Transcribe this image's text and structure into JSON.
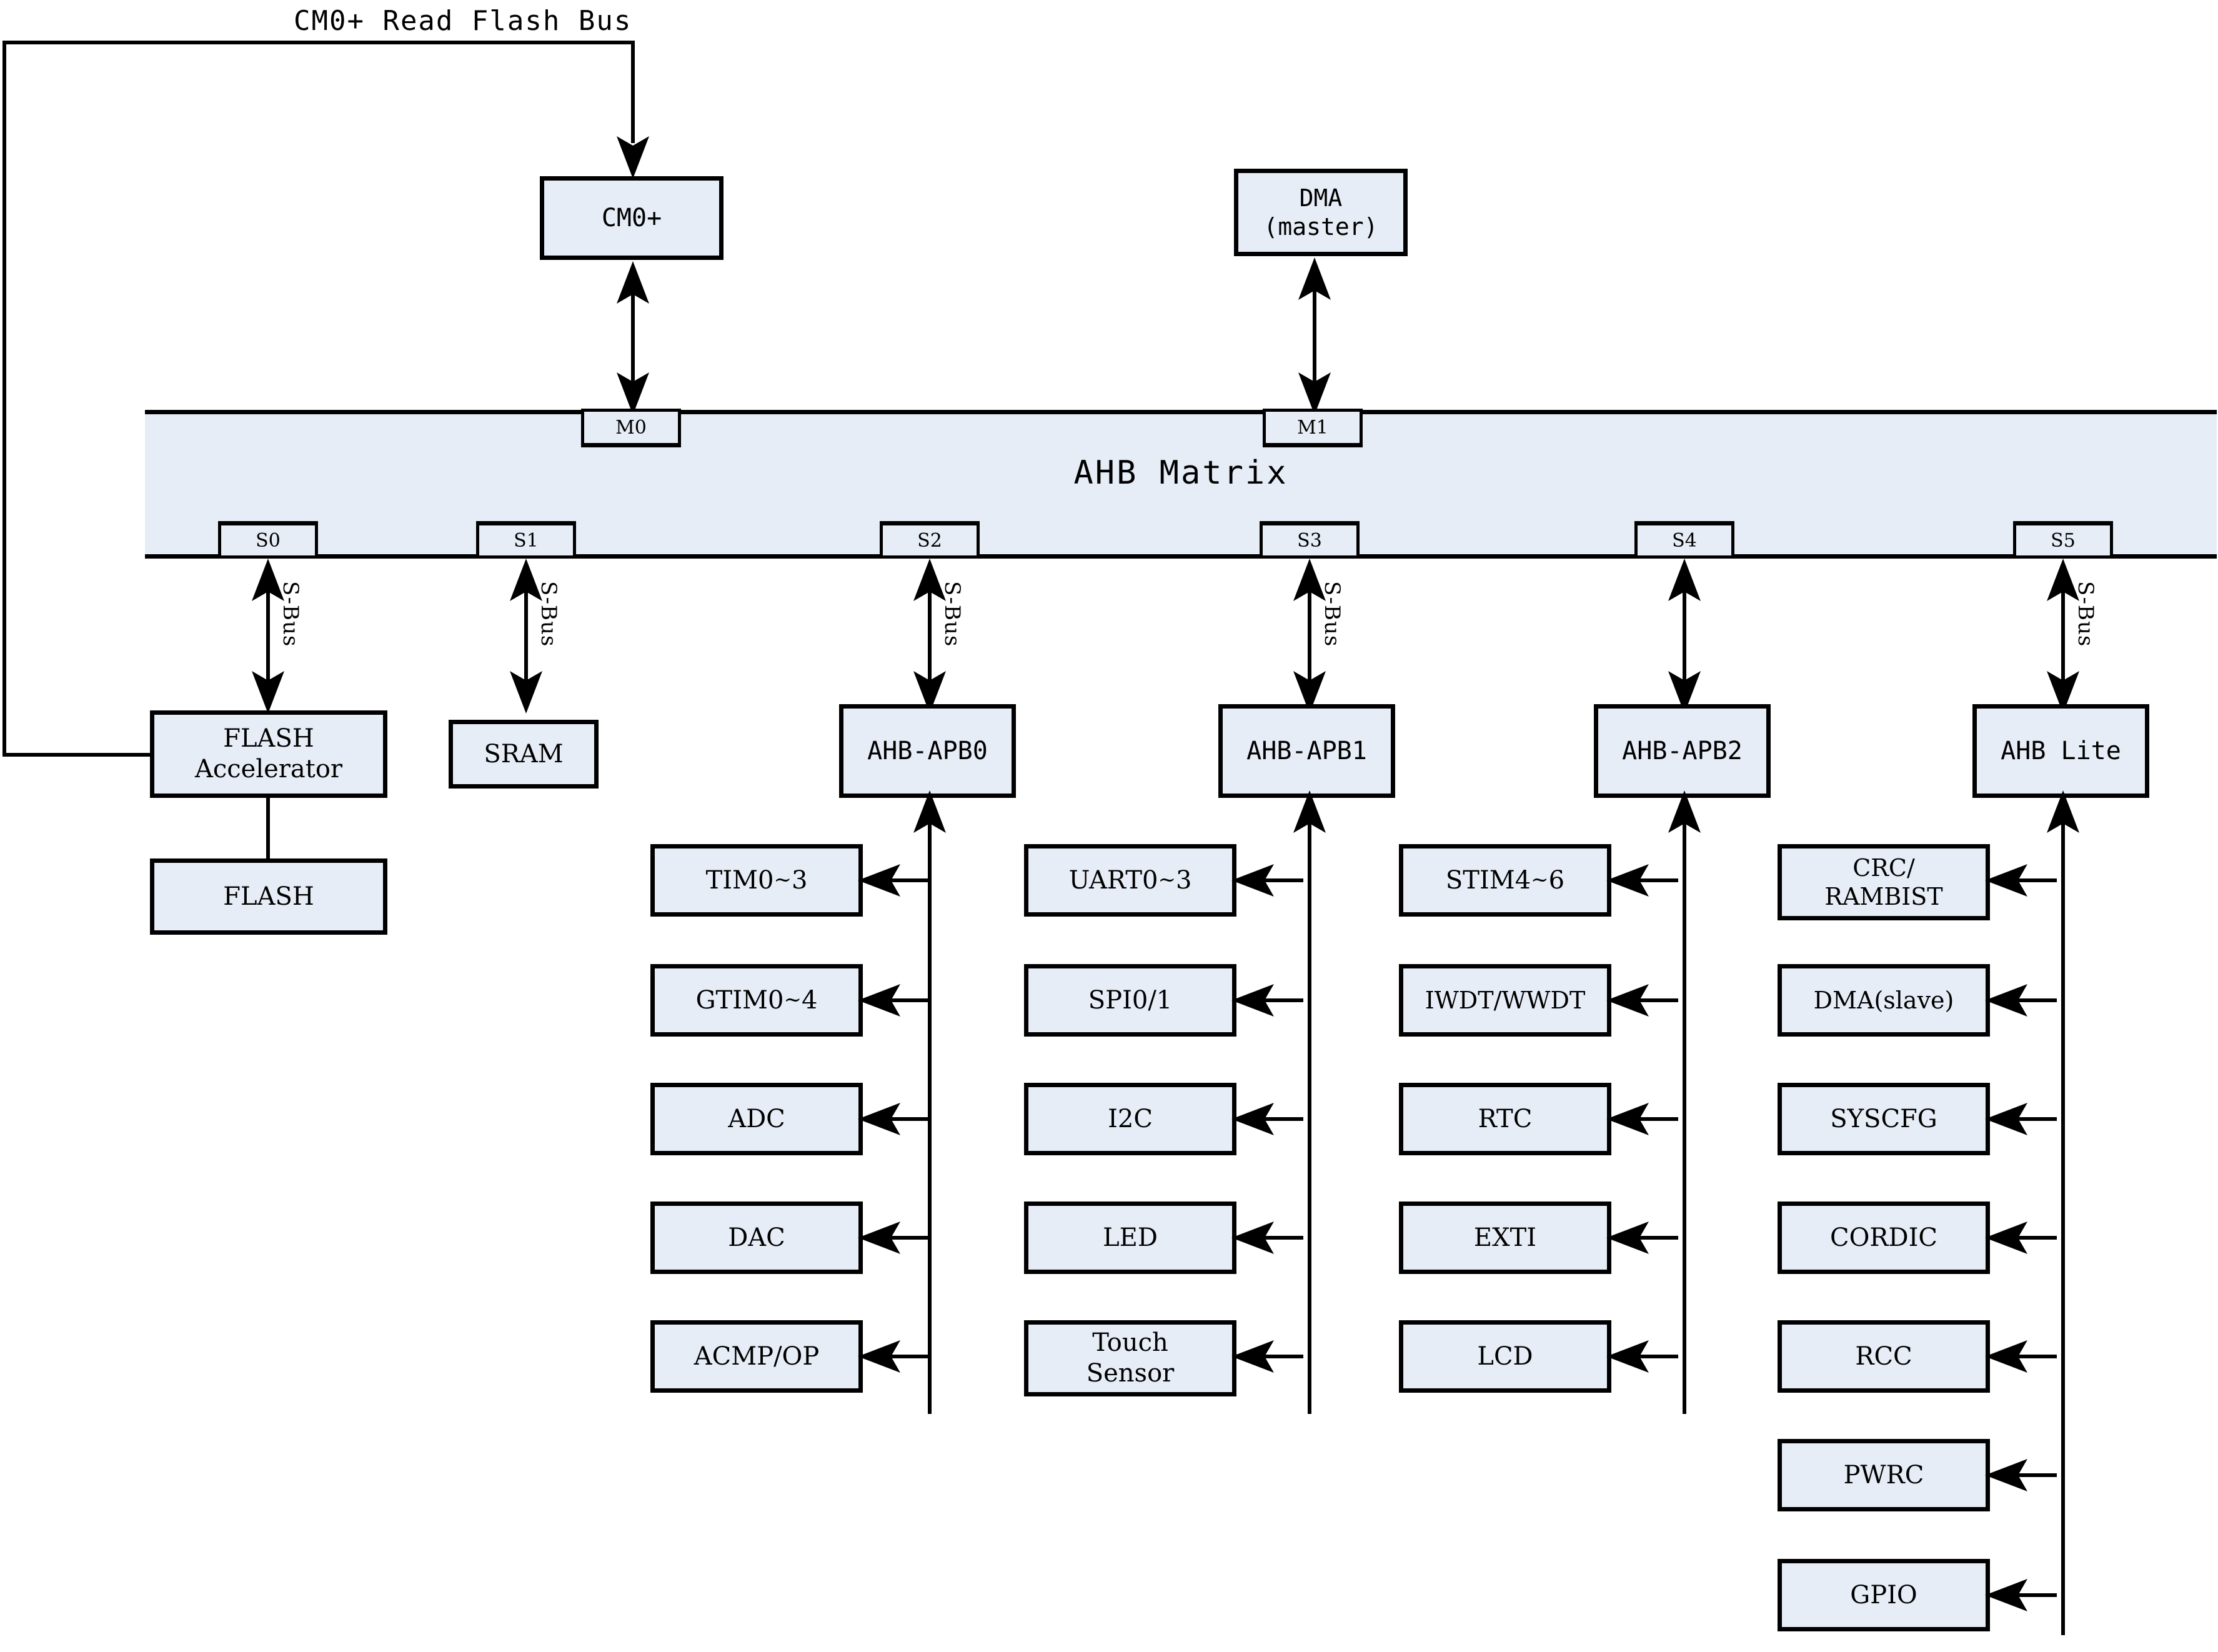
{
  "diagram": {
    "title_label": "CM0+ Read Flash Bus",
    "matrix": {
      "label": "AHB Matrix",
      "master_ports": [
        {
          "id": "M0",
          "label": "M0"
        },
        {
          "id": "M1",
          "label": "M1"
        }
      ],
      "slave_ports": [
        {
          "id": "S0",
          "label": "S0",
          "bus_label": "S-Bus"
        },
        {
          "id": "S1",
          "label": "S1",
          "bus_label": "S-Bus"
        },
        {
          "id": "S2",
          "label": "S2",
          "bus_label": "S-Bus"
        },
        {
          "id": "S3",
          "label": "S3",
          "bus_label": "S-Bus"
        },
        {
          "id": "S4",
          "label": "S4",
          "bus_label": ""
        },
        {
          "id": "S5",
          "label": "S5",
          "bus_label": "S-Bus"
        }
      ]
    },
    "masters": [
      {
        "id": "cpu",
        "label": "CM0+"
      },
      {
        "id": "dma",
        "label": "DMA\n(master)"
      }
    ],
    "slaves": [
      {
        "id": "flash-accelerator",
        "label": "FLASH\nAccelerator"
      },
      {
        "id": "sram",
        "label": "SRAM"
      },
      {
        "id": "ahb-apb0",
        "label": "AHB-APB0"
      },
      {
        "id": "ahb-apb1",
        "label": "AHB-APB1"
      },
      {
        "id": "ahb-apb2",
        "label": "AHB-APB2"
      },
      {
        "id": "ahb-lite",
        "label": "AHB Lite"
      }
    ],
    "memory": {
      "id": "flash",
      "label": "FLASH"
    },
    "peripheral_columns": [
      {
        "bridge": "AHB-APB0",
        "items": [
          {
            "label": "TIM0~3",
            "base": "TIM0",
            "tilde": "~",
            "tail": "3"
          },
          {
            "label": "GTIM0~4",
            "base": "GTIM0",
            "tilde": "~",
            "tail": "4"
          },
          {
            "label": "ADC",
            "base": "ADC",
            "tilde": "",
            "tail": ""
          },
          {
            "label": "DAC",
            "base": "DAC",
            "tilde": "",
            "tail": ""
          },
          {
            "label": "ACMP/OP",
            "base": "ACMP/OP",
            "tilde": "",
            "tail": ""
          }
        ]
      },
      {
        "bridge": "AHB-APB1",
        "items": [
          {
            "label": "UART0~3",
            "base": "UART0",
            "tilde": "~",
            "tail": "3"
          },
          {
            "label": "SPI0/1",
            "base": "SPI0/1",
            "tilde": "",
            "tail": ""
          },
          {
            "label": "I2C",
            "base": "I2C",
            "tilde": "",
            "tail": ""
          },
          {
            "label": "LED",
            "base": "LED",
            "tilde": "",
            "tail": ""
          },
          {
            "label": "Touch\nSensor",
            "base": "Touch\nSensor",
            "tilde": "",
            "tail": ""
          }
        ]
      },
      {
        "bridge": "AHB-APB2",
        "items": [
          {
            "label": "STIM4~6",
            "base": "STIM4",
            "tilde": "~",
            "tail": "6"
          },
          {
            "label": "IWDT/WWDT",
            "base": "IWDT/WWDT",
            "tilde": "",
            "tail": ""
          },
          {
            "label": "RTC",
            "base": "RTC",
            "tilde": "",
            "tail": ""
          },
          {
            "label": "EXTI",
            "base": "EXTI",
            "tilde": "",
            "tail": ""
          },
          {
            "label": "LCD",
            "base": "LCD",
            "tilde": "",
            "tail": ""
          }
        ]
      },
      {
        "bridge": "AHB Lite",
        "items": [
          {
            "label": "CRC/\nRAMBIST",
            "base": "CRC/\nRAMBIST",
            "tilde": "",
            "tail": ""
          },
          {
            "label": "DMA(slave)",
            "base": "DMA(slave)",
            "tilde": "",
            "tail": ""
          },
          {
            "label": "SYSCFG",
            "base": "SYSCFG",
            "tilde": "",
            "tail": ""
          },
          {
            "label": "CORDIC",
            "base": "CORDIC",
            "tilde": "",
            "tail": ""
          },
          {
            "label": "RCC",
            "base": "RCC",
            "tilde": "",
            "tail": ""
          },
          {
            "label": "PWRC",
            "base": "PWRC",
            "tilde": "",
            "tail": ""
          },
          {
            "label": "GPIO",
            "base": "GPIO",
            "tilde": "",
            "tail": ""
          }
        ]
      }
    ],
    "colors": {
      "block_fill": "#e7edf7",
      "stroke": "#000000",
      "background": "#ffffff"
    }
  }
}
